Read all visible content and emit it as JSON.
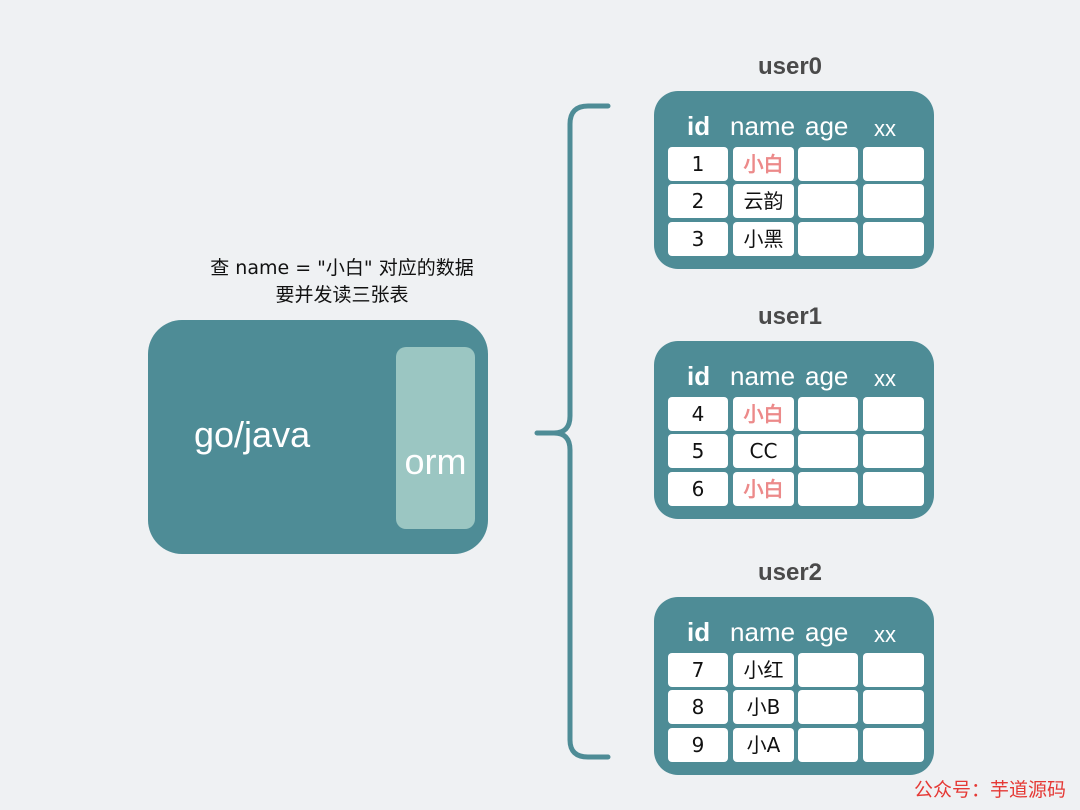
{
  "caption": {
    "line1": "查 name = \"小白\" 对应的数据",
    "line2": "要并发读三张表"
  },
  "app": {
    "label": "go/java",
    "orm_label": "orm"
  },
  "columns": [
    "id",
    "name",
    "age",
    "xx"
  ],
  "highlight_color": "#ec8a8a",
  "tables": [
    {
      "title": "user0",
      "rows": [
        {
          "id": "1",
          "name": "小白",
          "highlight": true
        },
        {
          "id": "2",
          "name": "云韵",
          "highlight": false
        },
        {
          "id": "3",
          "name": "小黑",
          "highlight": false
        }
      ]
    },
    {
      "title": "user1",
      "rows": [
        {
          "id": "4",
          "name": "小白",
          "highlight": true
        },
        {
          "id": "5",
          "name": "CC",
          "highlight": false
        },
        {
          "id": "6",
          "name": "小白",
          "highlight": true
        }
      ]
    },
    {
      "title": "user2",
      "rows": [
        {
          "id": "7",
          "name": "小红",
          "highlight": false
        },
        {
          "id": "8",
          "name": "小B",
          "highlight": false
        },
        {
          "id": "9",
          "name": "小A",
          "highlight": false
        }
      ]
    }
  ],
  "watermark": "公众号：芋道源码"
}
